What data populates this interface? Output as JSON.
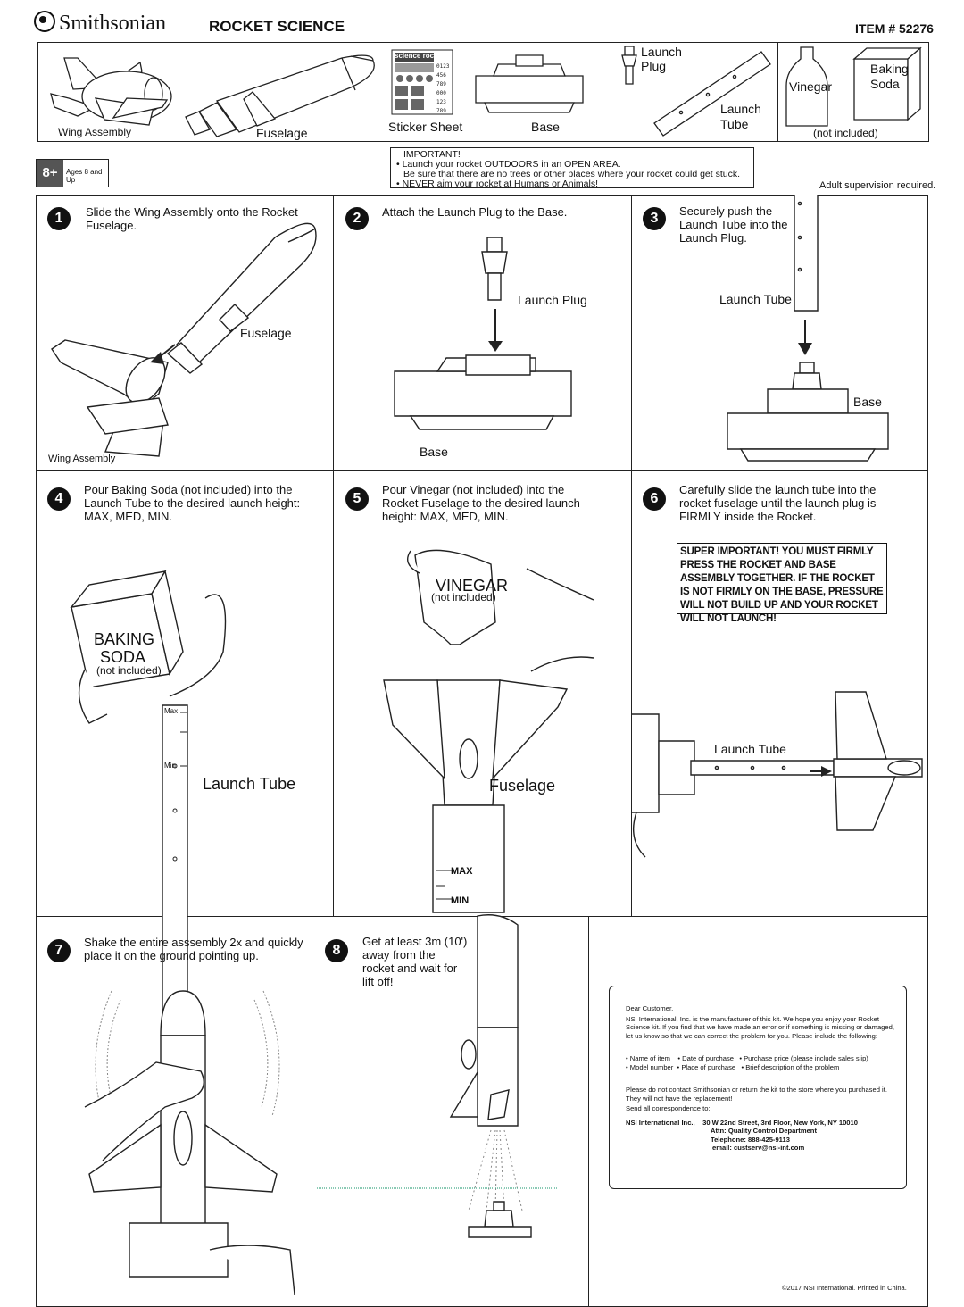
{
  "header": {
    "brand": "Smithsonian",
    "title": "ROCKET SCIENCE",
    "item": "ITEM # 52276"
  },
  "parts": {
    "wing_assembly": "Wing Assembly",
    "fuselage": "Fuselage",
    "sticker_sheet": "Sticker Sheet",
    "sticker_logo": "science rocket",
    "base": "Base",
    "launch_plug": "Launch Plug",
    "launch_tube": "Launch Tube",
    "vinegar": "Vinegar",
    "baking_soda": "Baking Soda",
    "not_included": "(not included)"
  },
  "age": {
    "badge": "8+",
    "text": "Ages 8 and Up"
  },
  "important": {
    "heading": "IMPORTANT!",
    "line1": "• Launch your rocket OUTDOORS in an OPEN AREA.",
    "line2": "Be sure that there are no trees or other places where your rocket could get stuck.",
    "line3": "• NEVER aim your rocket at Humans or Animals!"
  },
  "adult": "Adult supervision required.",
  "steps": [
    {
      "num": "1",
      "text": "Slide the Wing Assembly onto the Rocket Fuselage.",
      "label_a": "Fuselage",
      "label_b": "Wing Assembly"
    },
    {
      "num": "2",
      "text": "Attach the Launch Plug to the Base.",
      "label_a": "Launch Plug",
      "label_b": "Base"
    },
    {
      "num": "3",
      "text": "Securely push the Launch Tube into the Launch Plug.",
      "label_a": "Launch Tube",
      "label_b": "Base"
    },
    {
      "num": "4",
      "text": "Pour Baking Soda (not included) into the Launch Tube to the desired launch height: MAX, MED, MIN.",
      "box_line1": "BAKING",
      "box_line2": "SODA",
      "box_line3": "(not included)",
      "mark_max": "Max",
      "mark_min": "Min",
      "label_a": "Launch Tube"
    },
    {
      "num": "5",
      "text": "Pour Vinegar (not included) into the Rocket Fuselage to the desired launch height: MAX, MED, MIN.",
      "bottle_line1": "VINEGAR",
      "bottle_line2": "(not included)",
      "label_a": "Fuselage",
      "mark_max": "MAX",
      "mark_min": "MIN"
    },
    {
      "num": "6",
      "text": "Carefully slide the launch tube into the rocket fuselage until the launch plug is FIRMLY inside the Rocket.",
      "label_a": "Launch Tube"
    },
    {
      "num": "7",
      "text": "Shake the entire asssembly 2x and quickly place it on the ground pointing up."
    },
    {
      "num": "8",
      "text": "Get at least 3m (10') away from the rocket and wait for lift off!"
    }
  ],
  "super_important": "SUPER IMPORTANT!  YOU MUST FIRMLY PRESS THE ROCKET AND BASE ASSEMBLY TOGETHER.  IF THE ROCKET IS NOT FIRMLY ON THE BASE, PRESSURE WILL NOT BUILD UP AND YOUR ROCKET WILL NOT LAUNCH!",
  "letter": {
    "greeting": "Dear Customer,",
    "intro": "NSI International, Inc. is the manufacturer of this kit. We hope you enjoy your Rocket Science kit. If you find that we have made an error or if something is missing or damaged, let us know so that we can correct the problem for you. Please include the following:",
    "b1": "• Name of item",
    "b2": "• Date of purchase",
    "b3": "• Purchase price (please include sales slip)",
    "b4": "• Model number",
    "b5": "• Place of purchase",
    "b6": "• Brief description of the problem",
    "note": "Please do not contact Smithsonian or return the kit to the store where you purchased it. They will not have the replacement!",
    "send": "Send all correspondence to:",
    "company": "NSI International Inc.,",
    "address": "30 W 22nd Street, 3rd Floor, New York, NY 10010",
    "attn": "Attn: Quality Control Department",
    "phone": "Telephone: 888-425-9113",
    "email": "email: custserv@nsi-int.com"
  },
  "footer": "©2017 NSI International.  Printed in China."
}
